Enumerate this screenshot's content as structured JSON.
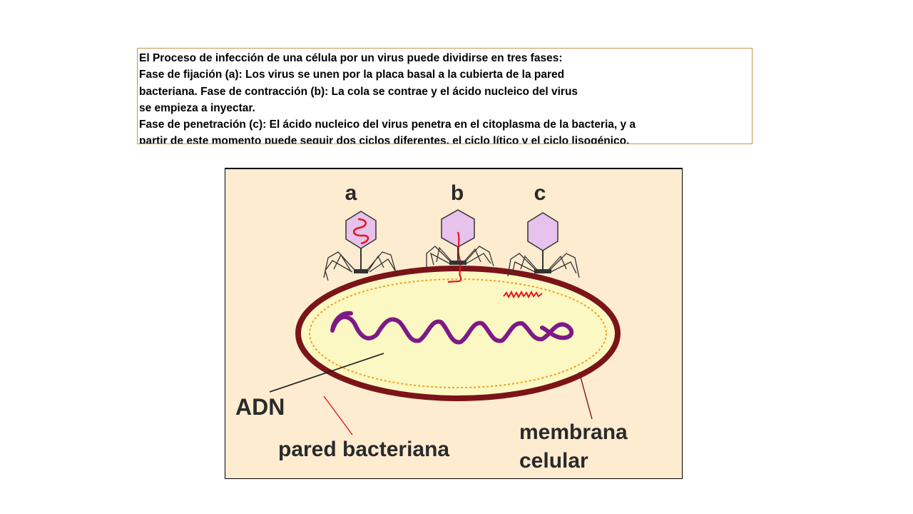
{
  "intro": {
    "lines": [
      "El Proceso de infección de una célula por un virus puede dividirse en tres fases:",
      "Fase de fijación (a): Los virus se unen por la placa basal a la cubierta de la pared",
      "bacteriana.  Fase de contracción (b): La cola se contrae y el ácido nucleico del virus",
      "se empieza a inyectar.",
      "Fase de penetración (c): El ácido nucleico del virus penetra en el citoplasma de la bacteria, y a",
      "partir de este  momento puede seguir dos ciclos diferentes, el ciclo lítico y el ciclo lisogénico."
    ]
  },
  "diagram": {
    "phase_labels": [
      "a",
      "b",
      "c"
    ],
    "labels": {
      "dna": "ADN",
      "wall": "pared bacteriana",
      "membrane_line1": "membrana",
      "membrane_line2": "celular"
    },
    "colors": {
      "background": "#fdecd0",
      "cell_fill": "#fcf8c3",
      "cell_wall": "#7a1418",
      "membrane": "#f2a01e",
      "dna": "#7e1a86",
      "virus_head": "#e6c2ec",
      "viral_nucleic_acid": "#e8141c"
    }
  }
}
